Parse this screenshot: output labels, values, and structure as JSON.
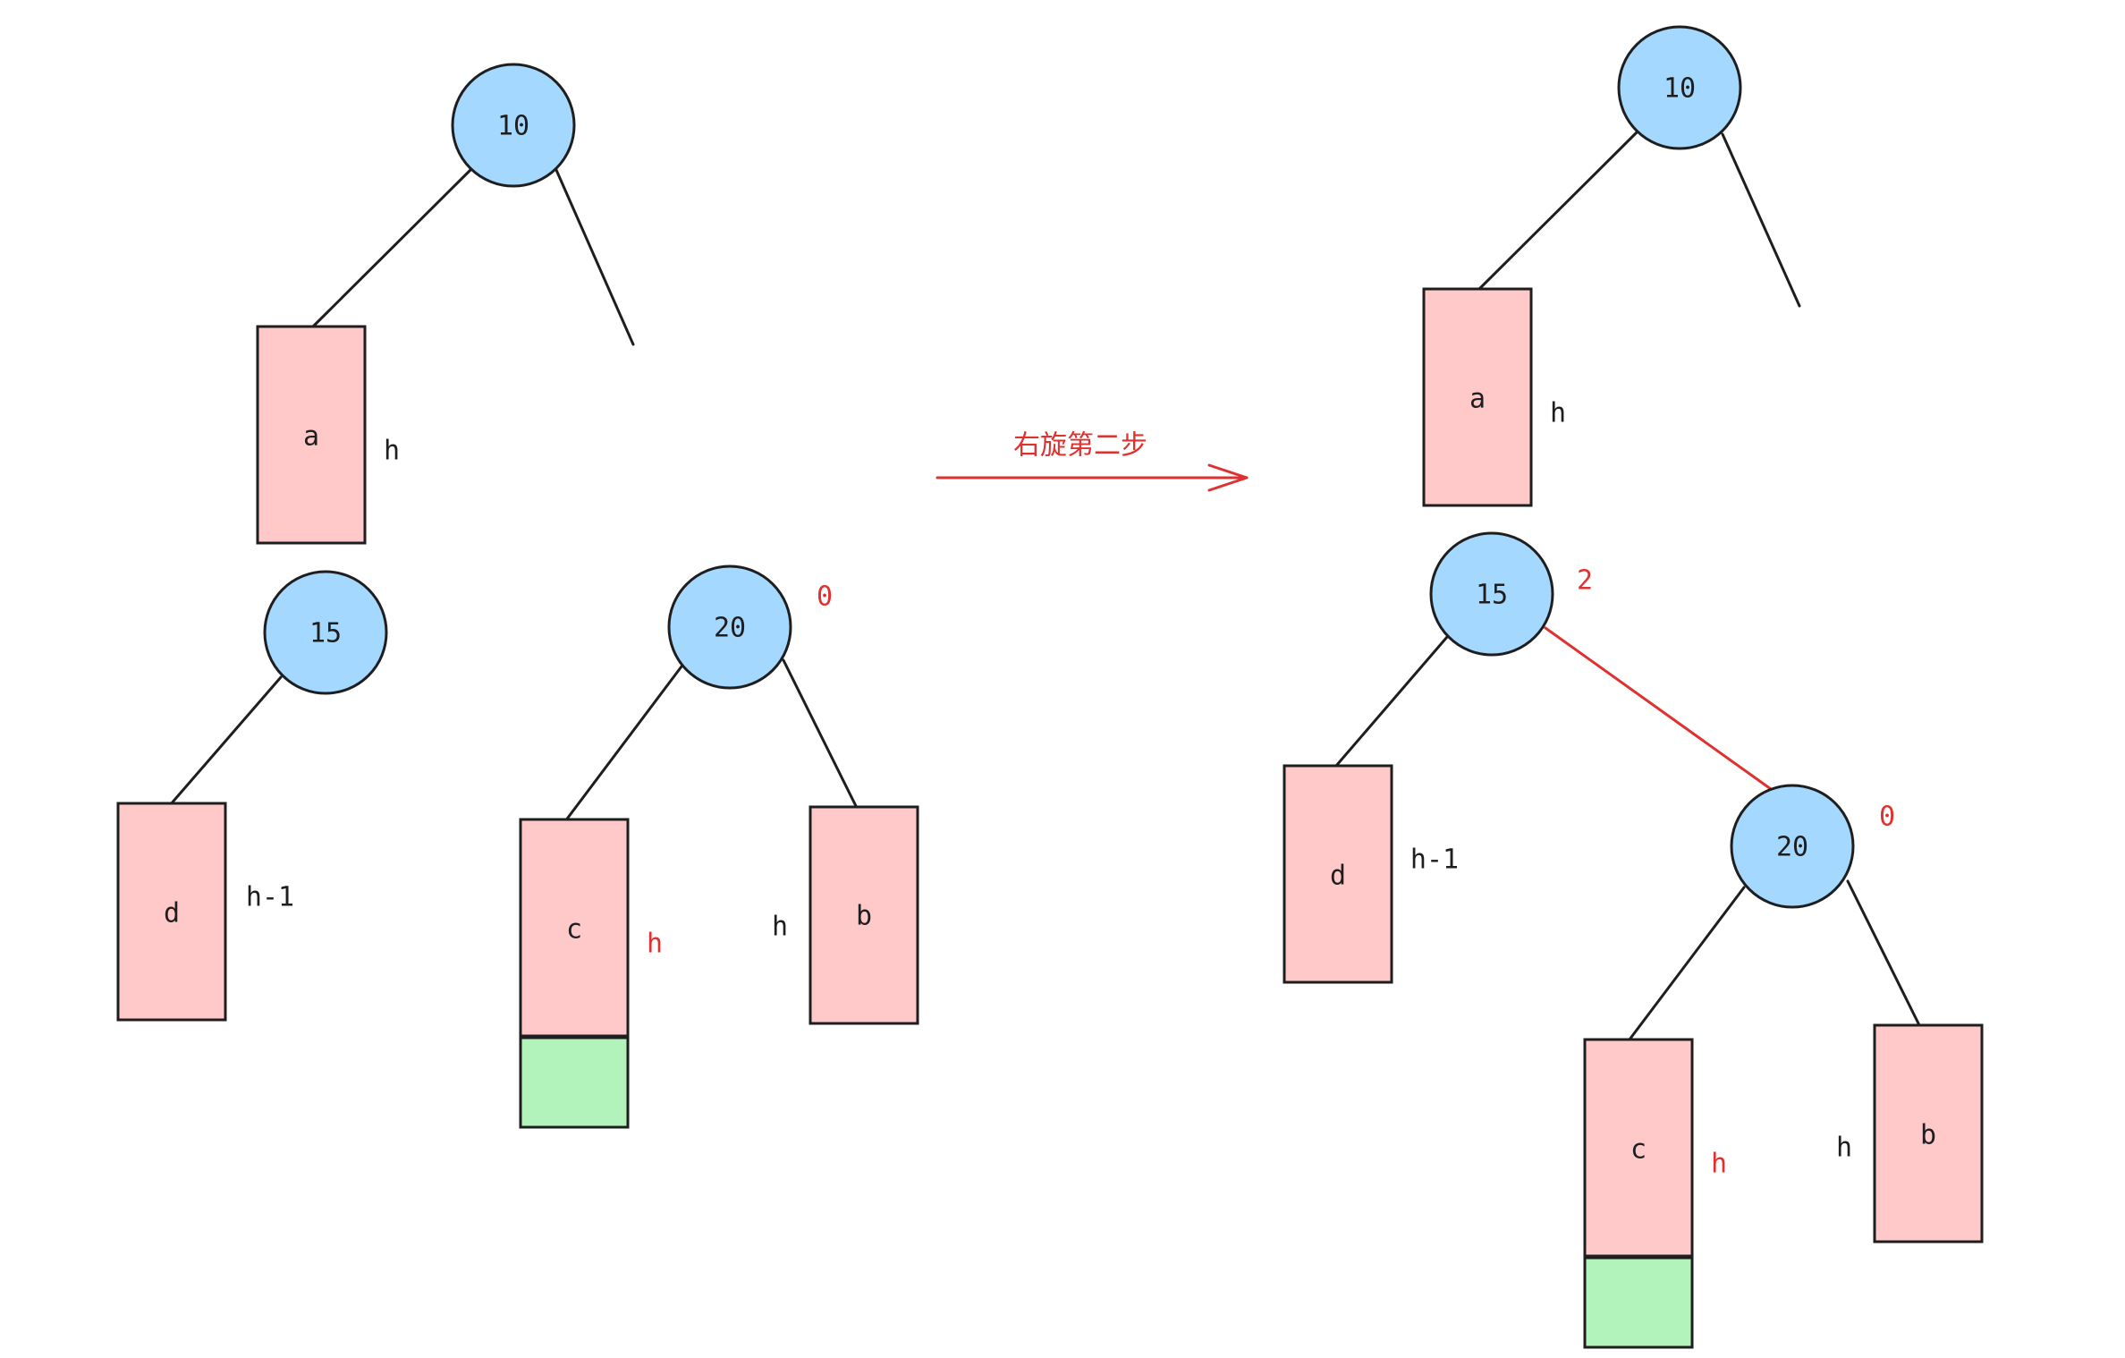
{
  "colors": {
    "node_fill": "#a5d8ff",
    "subtree_fill": "#ffc9c9",
    "inserted_fill": "#b2f2bb",
    "stroke": "#1e1e1e",
    "highlight": "#e03131"
  },
  "arrow": {
    "label": "右旋第二步"
  },
  "before": {
    "node_10": "10",
    "node_15": "15",
    "node_20": "20",
    "balance_20": "0",
    "subtree_a": "a",
    "height_a": "h",
    "subtree_d": "d",
    "height_d": "h-1",
    "subtree_c": "c",
    "height_c": "h",
    "subtree_b": "b",
    "height_b": "h"
  },
  "after": {
    "node_10": "10",
    "node_15": "15",
    "balance_15": "2",
    "node_20": "20",
    "balance_20": "0",
    "subtree_a": "a",
    "height_a": "h",
    "subtree_d": "d",
    "height_d": "h-1",
    "subtree_c": "c",
    "height_c": "h",
    "subtree_b": "b",
    "height_b": "h"
  }
}
